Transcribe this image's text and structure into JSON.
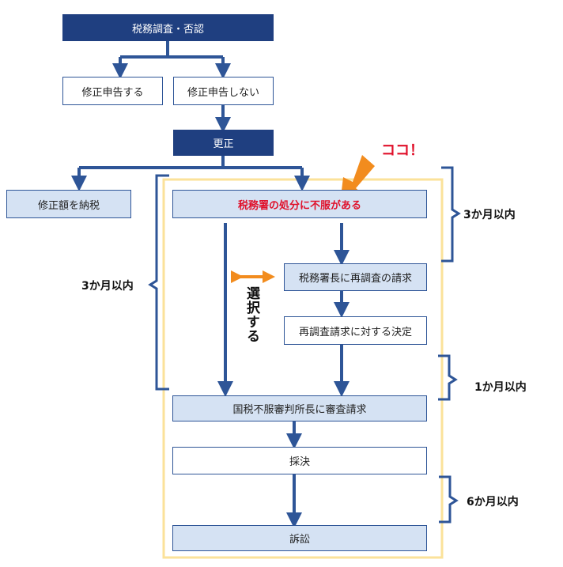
{
  "nodes": {
    "tax_audit": "税務調査・否認",
    "amend_file": "修正申告する",
    "amend_not_file": "修正申告しない",
    "correction": "更正",
    "pay_amended": "修正額を納税",
    "dissatisfied": "税務署の処分に不服がある",
    "reinvestigation_request": "税務署長に再調査の請求",
    "reinvestigation_decision": "再調査請求に対する決定",
    "tribunal_request": "国税不服審判所長に審査請求",
    "ruling": "採決",
    "lawsuit": "訴訟"
  },
  "labels": {
    "koko": "ココ！",
    "choose": "選択する",
    "left_3months": "3か月以内",
    "right_3months": "3か月以内",
    "right_1month": "1か月以内",
    "right_6months": "6か月以内"
  },
  "colors": {
    "dark_blue": "#1f3f80",
    "line_blue": "#2e5597",
    "light_blue": "#d5e2f3",
    "highlight_frame": "#fbe29a",
    "callout_red": "#e0102a",
    "arrow_orange": "#f28c1e"
  }
}
